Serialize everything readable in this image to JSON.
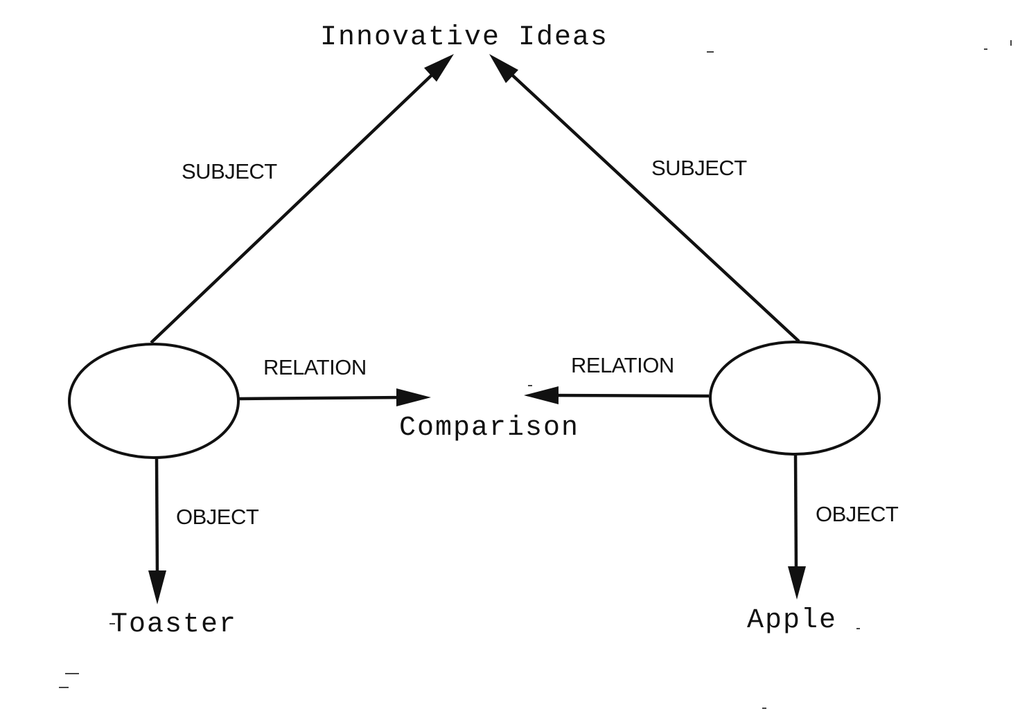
{
  "diagram": {
    "nodes": {
      "innovative_ideas": "Innovative Ideas",
      "comparison": "Comparison",
      "toaster": "Toaster",
      "apple": "Apple"
    },
    "left_concept": {
      "subject_label": "SUBJECT",
      "relation_label": "RELATION",
      "object_label": "OBJECT"
    },
    "right_concept": {
      "subject_label": "SUBJECT",
      "relation_label": "RELATION",
      "object_label": "OBJECT"
    }
  }
}
